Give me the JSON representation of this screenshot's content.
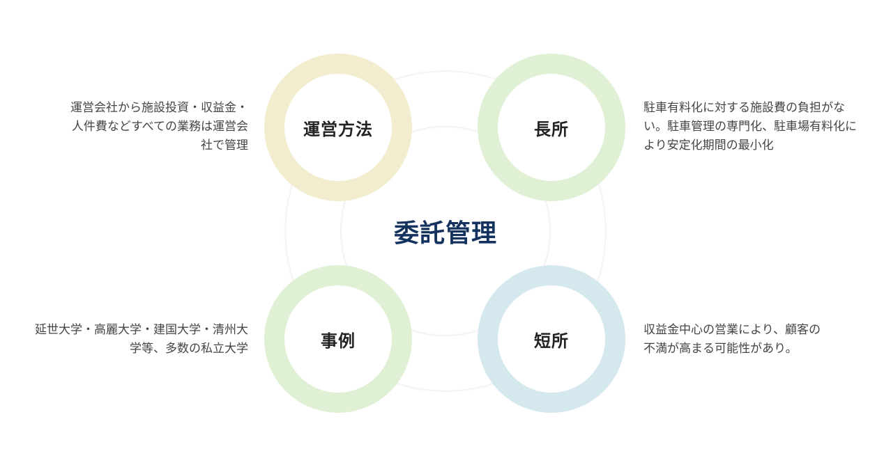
{
  "center": {
    "title": "委託管理"
  },
  "nodes": {
    "method": {
      "label": "運営方法",
      "ring_color": "#f2edcf"
    },
    "merit": {
      "label": "長所",
      "ring_color": "#dff0d4"
    },
    "case": {
      "label": "事例",
      "ring_color": "#dff0d4"
    },
    "demerit": {
      "label": "短所",
      "ring_color": "#d5e8ee"
    }
  },
  "descriptions": {
    "method": {
      "lines": [
        "運営会社から施設投資・収益金・",
        "人件費などすべての業務は運営会",
        "社で管理"
      ]
    },
    "merit": {
      "lines": [
        "駐車有料化に対する施設費の負担がな",
        "い。駐車管理の専門化、駐車場有料化に",
        "より安定化期間の最小化"
      ]
    },
    "case": {
      "lines": [
        "延世大学・高麗大学・建国大学・清州大",
        "学等、多数の私立大学"
      ]
    },
    "demerit": {
      "lines": [
        "収益金中心の営業により、顧客の",
        "不満が高まる可能性があり。"
      ]
    }
  },
  "colors": {
    "title": "#14325e",
    "label": "#222222",
    "text": "#444444"
  }
}
